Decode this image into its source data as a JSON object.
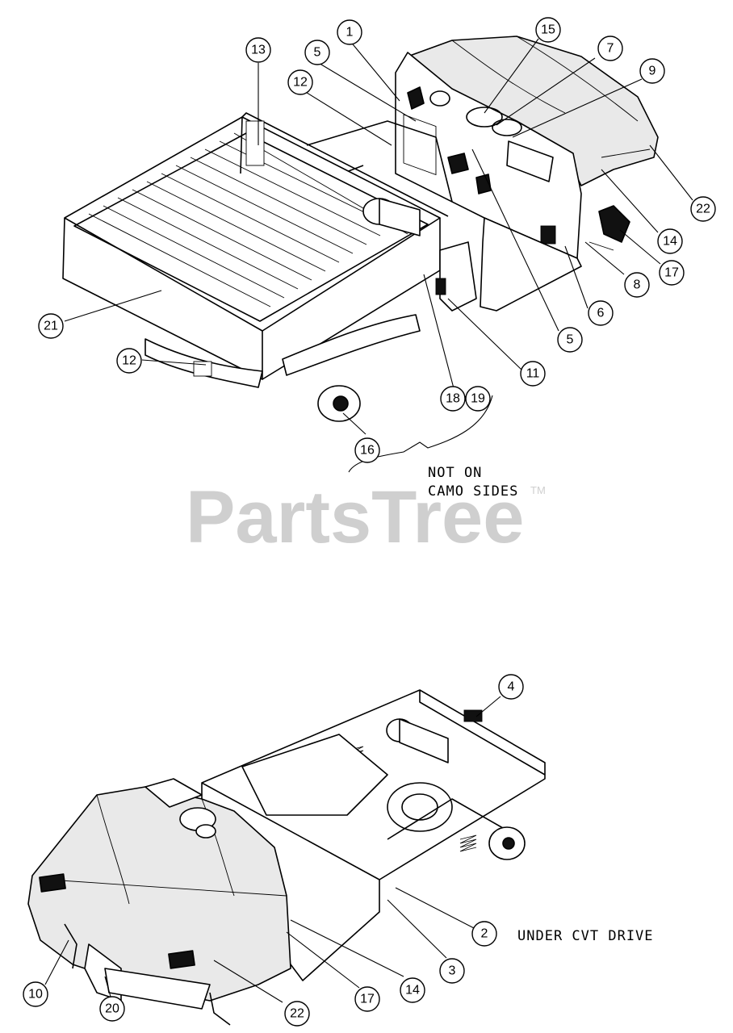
{
  "watermark": {
    "text": "PartsTree",
    "tm": "TM"
  },
  "notes": {
    "not_on_camo": [
      "NOT ON",
      "CAMO SIDES"
    ],
    "under_cvt": "UNDER CVT DRIVE"
  },
  "callouts_top": [
    "1",
    "5",
    "12",
    "13",
    "15",
    "7",
    "9",
    "22",
    "14",
    "17",
    "8",
    "6",
    "5",
    "11",
    "18",
    "19",
    "16",
    "12",
    "21"
  ],
  "callouts_bottom": [
    "4",
    "2",
    "3",
    "14",
    "17",
    "22",
    "20",
    "10"
  ]
}
